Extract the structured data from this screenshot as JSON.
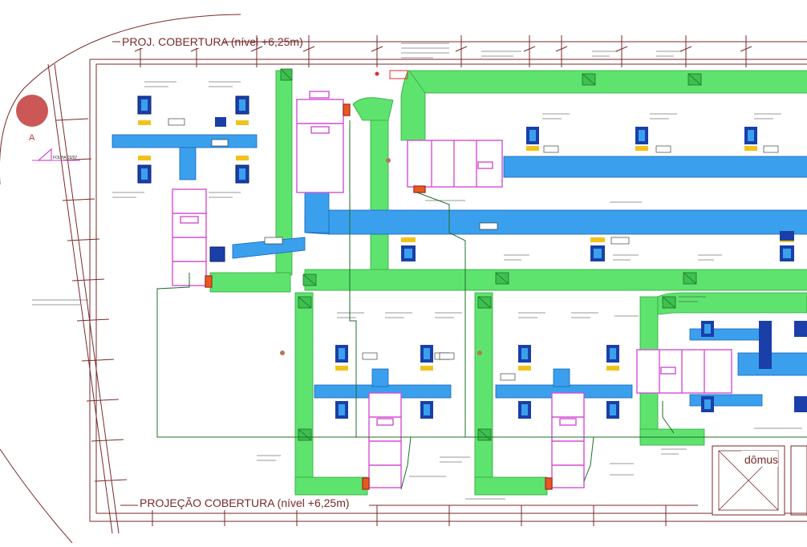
{
  "drawing": {
    "roof_projection_top": "PROJ. COBERTURA (nível +6,25m)",
    "roof_projection_bottom": "PROJEÇÃO COBERTURA (nível +6,25m)",
    "section_marker": "A",
    "section_ref": "FOLHA 03/07",
    "domus_label": "dômus"
  },
  "colors": {
    "supply_duct": "#5fe36f",
    "supply_duct_dark": "#2fa73a",
    "return_duct": "#3aa0ee",
    "return_duct_dark": "#1a64b8",
    "ahu_outline": "#d24fd2",
    "ahu_fill": "#ffffff",
    "diffuser_fill": "#1a3fa8",
    "boundary": "#7a2a2a",
    "accent_yellow": "#f2c21a",
    "accent_orange": "#e85a1a",
    "section_marker_red": "#c23a3a",
    "pink": "#ff4fd8"
  }
}
